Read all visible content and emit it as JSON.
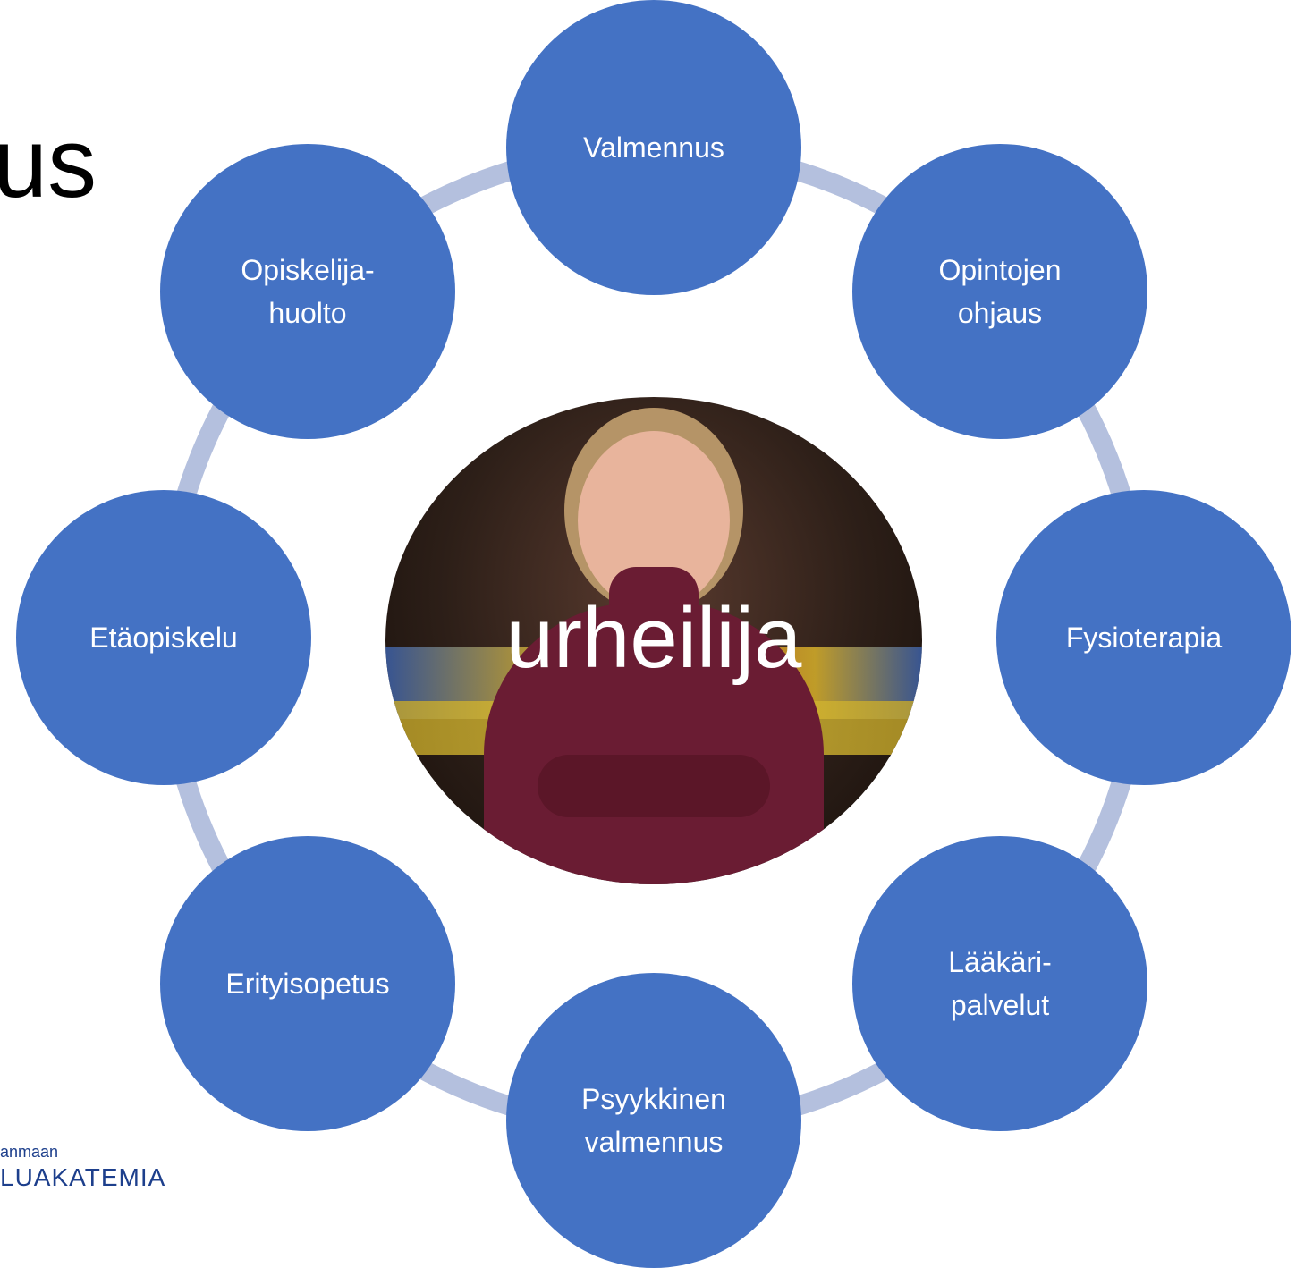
{
  "title": "us",
  "center_label": "urheilija",
  "nodes": [
    {
      "id": "valmennus",
      "lines": [
        "Valmennus"
      ]
    },
    {
      "id": "opintojen-ohjaus",
      "lines": [
        "Opintojen",
        "ohjaus"
      ]
    },
    {
      "id": "fysioterapia",
      "lines": [
        "Fysioterapia"
      ]
    },
    {
      "id": "laakaripalvelut",
      "lines": [
        "Lääkäri-",
        "palvelut"
      ]
    },
    {
      "id": "psyykkinen-valmennus",
      "lines": [
        "Psyykkinen",
        "valmennus"
      ]
    },
    {
      "id": "erityisopetus",
      "lines": [
        "Erityisopetus"
      ]
    },
    {
      "id": "etaopiskelu",
      "lines": [
        "Etäopiskelu"
      ]
    },
    {
      "id": "opiskelijahuolto",
      "lines": [
        "Opiskelija-",
        "huolto"
      ]
    }
  ],
  "logo": {
    "line1": "anmaan",
    "line2": "LUAKATEMIA"
  },
  "colors": {
    "node": "#4472c4",
    "ring": "#b4c0de"
  }
}
